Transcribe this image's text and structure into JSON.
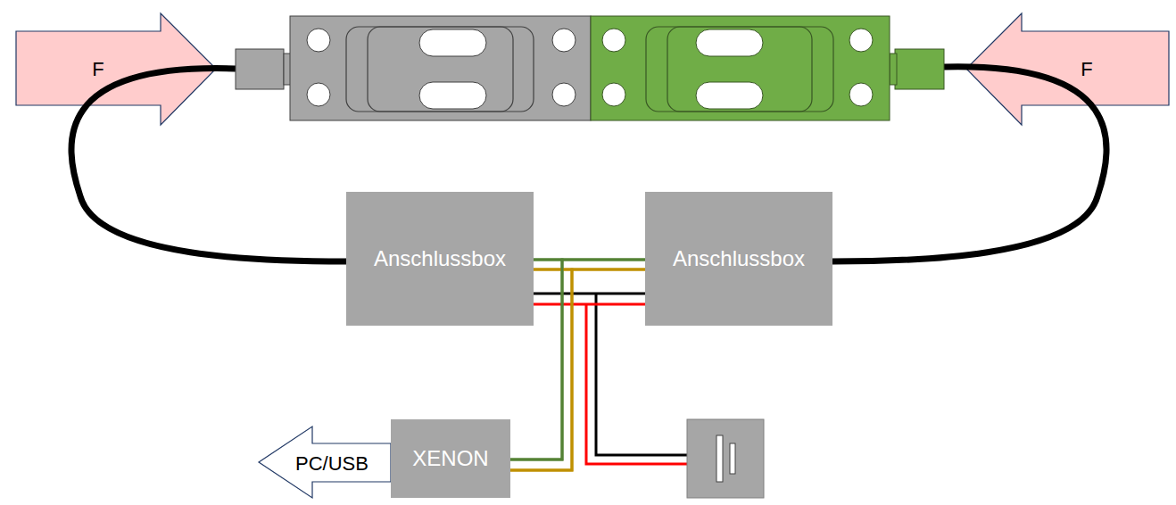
{
  "diagram": {
    "nodes": [
      {
        "text": [
          "Anschlussbox"
        ]
      },
      {
        "text": [
          "Anschlussbox"
        ]
      },
      {
        "text": [
          "XENON"
        ]
      }
    ],
    "edges": [
      {
        "from": 0,
        "to": 1,
        "arrow": "none"
      },
      {
        "from": 0,
        "to": 2,
        "arrow": "none"
      },
      {
        "from": 1,
        "to": 2,
        "arrow": "none"
      }
    ],
    "labels": [
      "F",
      "F",
      "PC/USB"
    ]
  }
}
